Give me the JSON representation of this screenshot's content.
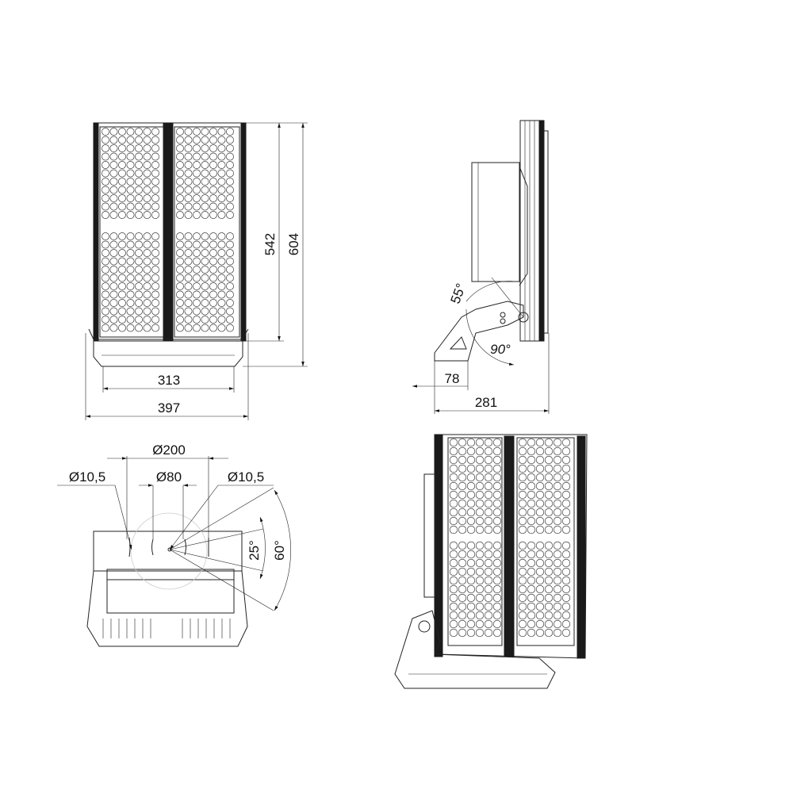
{
  "drawing": {
    "front_view": {
      "width_inner": "313",
      "width_overall": "397",
      "height_body": "542",
      "height_overall": "604"
    },
    "side_view": {
      "tilt_up": "55°",
      "tilt_down": "90°",
      "bracket_depth": "78",
      "depth_overall": "281"
    },
    "bottom_view": {
      "bolt_circle": "Ø200",
      "hole_left": "Ø10,5",
      "center_hole": "Ø80",
      "hole_right": "Ø10,5",
      "angle_small": "25°",
      "angle_large": "60°"
    },
    "isometric_view": {}
  }
}
